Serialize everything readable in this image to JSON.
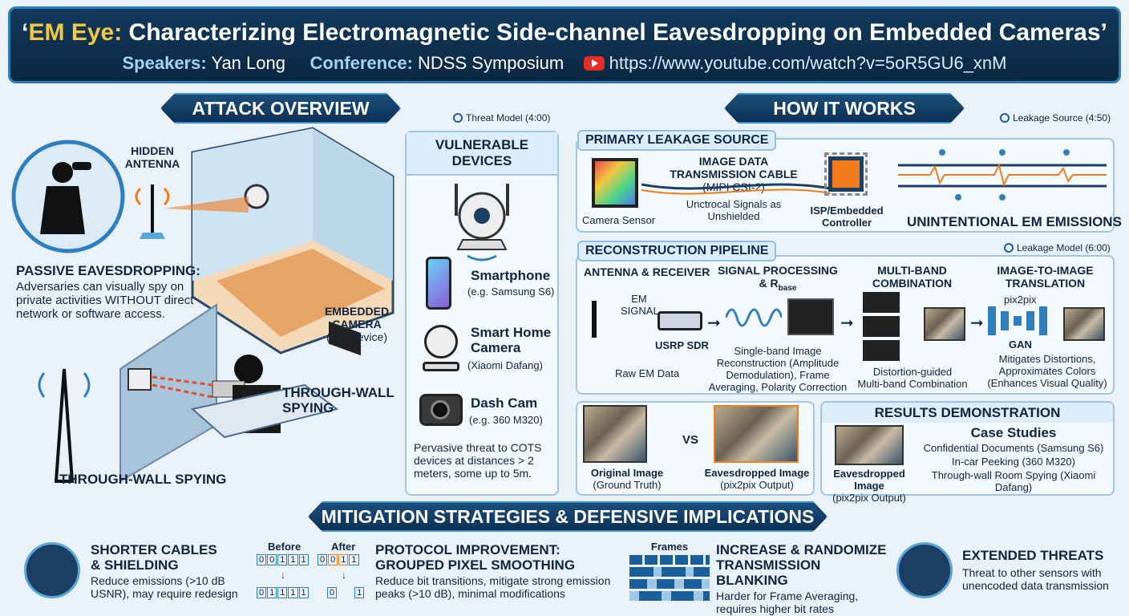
{
  "header": {
    "title_quote_open": "‘",
    "title_lead": "EM Eye:",
    "title_rest": " Characterizing Electromagnetic Side-channel Eavesdropping on Embedded Cameras’",
    "speakers_label": "Speakers:",
    "speakers": "Yan Long",
    "conference_label": "Conference:",
    "conference": "NDSS Symposium",
    "url": "https://www.youtube.com/watch?v=5oR5GU6_xnM"
  },
  "attack": {
    "banner": "ATTACK OVERVIEW",
    "hint": "Threat Model (4:00)",
    "hidden_antenna": "HIDDEN\nANTENNA",
    "passive_title": "PASSIVE EAVESDROPPING:",
    "passive_desc": "Adversaries can visually spy on private activities WITHOUT direct network or software access.",
    "embedded_title": "EMBEDDED\nCAMERA",
    "embedded_sub": "(IoT Device)",
    "through_wall_side": "THROUGH-WALL\nSPYING",
    "through_wall_bottom": "THROUGH-WALL SPYING"
  },
  "devices": {
    "title": "VULNERABLE DEVICES",
    "items": [
      {
        "name": "Smartphone",
        "sub": "(e.g. Samsung S6)"
      },
      {
        "name": "Smart Home\nCamera",
        "sub": "(Xiaomi Dafang)"
      },
      {
        "name": "Dash Cam",
        "sub": "(e.g. 360 M320)"
      }
    ],
    "note": "Pervasive threat to COTS devices at distances > 2 meters, some up to 5m."
  },
  "how": {
    "banner": "HOW IT WORKS",
    "hint": "Leakage Source (4:50)",
    "primary_tag": "PRIMARY LEAKAGE SOURCE",
    "camera_sensor": "Camera Sensor",
    "cable_title": "IMAGE DATA TRANSMISSION CABLE",
    "cable_sub": " (MIPI CSI-2)",
    "signals": "Unctrocal Signals as\nUnshielded",
    "isp": "ISP/Embedded\nController",
    "emissions": "UNINTENTIONAL EM EMISSIONS",
    "pipeline_tag": "RECONSTRUCTION PIPELINE",
    "pipeline_hint": "Leakage Model (6:00)",
    "antenna_title": "ANTENNA & RECEIVER",
    "em_signal": "EM\nSIGNAL",
    "usrp": "USRP SDR",
    "raw": "Raw EM Data",
    "sp_title": "SIGNAL PROCESSING",
    "sp_title2": "& R",
    "sp_sub": "base",
    "sp_desc": "Single-band Image Reconstruction (Amplitude Demodulation), Frame Averaging, Polarity Correction",
    "mb_title": "MULTI-BAND\nCOMBINATION",
    "mb_desc": "Distortion-guided\nMulti-band Combination",
    "i2i_title": "IMAGE-TO-IMAGE\nTRANSLATION",
    "pix2pix": "pix2pix",
    "gan": "GAN",
    "i2i_desc": "Mitigates Distortions, Approximates Colors (Enhances Visual Quality)"
  },
  "results": {
    "original": "Original Image",
    "original_sub": "(Ground Truth)",
    "vs": "VS",
    "eaves": "Eavesdropped Image",
    "eaves_sub": "(pix2pix Output)",
    "demo_title": "RESULTS DEMONSTRATION",
    "demo_img": "Eavesdropped Image",
    "demo_img_sub": "(pix2pix Output)",
    "case_title": "Case Studies",
    "cases": [
      "Confidential Documents (Samsung S6)",
      "In-car Peeking (360 M320)",
      "Through-wall Room Spying (Xiaomi Dafang)"
    ]
  },
  "mitigation": {
    "banner": "MITIGATION STRATEGIES & DEFENSIVE IMPLICATIONS",
    "items": [
      {
        "title": "SHORTER CABLES\n& SHIELDING",
        "desc": "Reduce emissions (>10 dB USNR), may require redesign"
      },
      {
        "title": "PROTOCOL IMPROVEMENT:\nGROUPED PIXEL SMOOTHING",
        "desc": "Reduce bit transitions, mitigate strong emission peaks (>10 dB), minimal modifications"
      },
      {
        "title": "INCREASE & RANDOMIZE\nTRANSMISSION BLANKING",
        "desc": "Harder for Frame Averaging, requires higher bit rates"
      },
      {
        "title": "EXTENDED THREATS",
        "desc": "Threat to other sensors with unencoded data transmission"
      }
    ],
    "before": "Before",
    "after": "After",
    "frames": "Frames",
    "bits_before": [
      "0",
      "0",
      "1",
      "1",
      "1"
    ],
    "bits_after": [
      "0",
      "0",
      "1",
      "1"
    ],
    "bits_before2": [
      "0",
      "1",
      "1",
      "1",
      "1"
    ],
    "bits_after2": [
      "0",
      "1"
    ]
  },
  "colors": {
    "accent": "#1b4f7c",
    "gold": "#f3c73f",
    "orange": "#f07c1e"
  }
}
